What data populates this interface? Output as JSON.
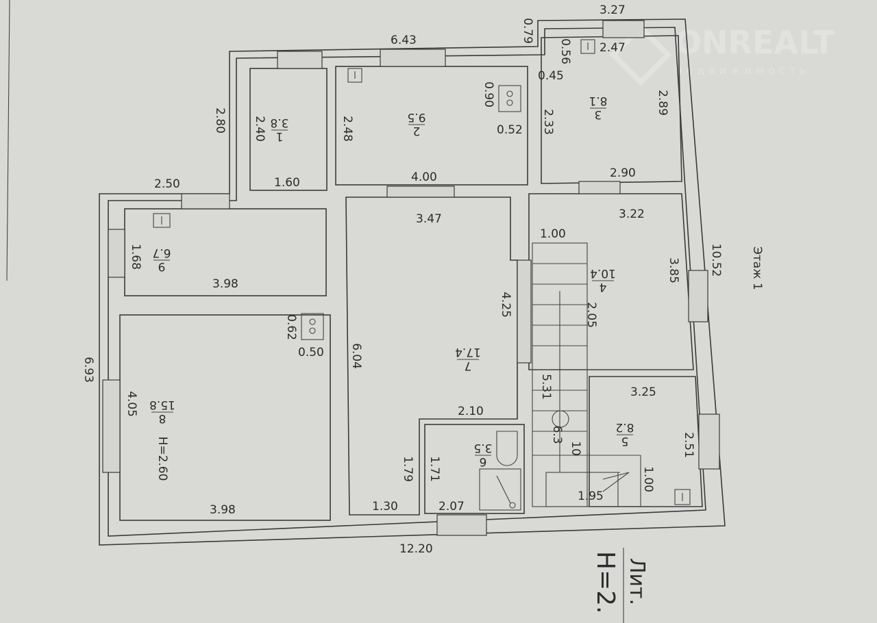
{
  "watermark": {
    "brand": "ONREALT",
    "subtitle": "недвижимость"
  },
  "floor_label": "Этаж 1",
  "stamp": {
    "lit": "Лит.",
    "height": "Н=2."
  },
  "rooms": [
    {
      "number": "1",
      "area": "3.8"
    },
    {
      "number": "2",
      "area": "9.5"
    },
    {
      "number": "3",
      "area": "8.1"
    },
    {
      "number": "4",
      "area": "10.4"
    },
    {
      "number": "5",
      "area": "8.2"
    },
    {
      "number": "6",
      "area": "3.5"
    },
    {
      "number": "7",
      "area": "17.4"
    },
    {
      "number": "8",
      "area": "15.8"
    },
    {
      "number": "9",
      "area": "6.7"
    }
  ],
  "ceiling_height": "H=2.60",
  "dimensions": {
    "top_3_27": "3.27",
    "top_6_43": "6.43",
    "d_0_79": "0.79",
    "d_0_56": "0.56",
    "d_2_47": "2.47",
    "d_0_45": "0.45",
    "d_0_90": "0.90",
    "d_0_52": "0.52",
    "d_2_33": "2.33",
    "d_2_89": "2.89",
    "d_2_80": "2.80",
    "d_2_40": "2.40",
    "d_2_48": "2.48",
    "d_2_90": "2.90",
    "d_4_00": "4.00",
    "d_1_60": "1.60",
    "d_2_50": "2.50",
    "d_3_22": "3.22",
    "d_3_47": "3.47",
    "d_1_00a": "1.00",
    "d_1_68": "1.68",
    "d_3_98a": "3.98",
    "d_3_85": "3.85",
    "d_10_52": "10.52",
    "d_4_25": "4.25",
    "d_2_05": "2.05",
    "d_0_62": "0.62",
    "d_0_50": "0.50",
    "d_6_04": "6.04",
    "d_6_93": "6.93",
    "d_4_05": "4.05",
    "d_5_31": "5.31",
    "d_3_25": "3.25",
    "d_2_10": "2.10",
    "d_6_3": "6.3",
    "d_10": "10",
    "d_2_51": "2.51",
    "d_1_79": "1.79",
    "d_1_71": "1.71",
    "d_1_00b": "1.00",
    "d_1_95": "1.95",
    "d_3_98b": "3.98",
    "d_1_30": "1.30",
    "d_2_07": "2.07",
    "d_12_20": "12.20"
  }
}
